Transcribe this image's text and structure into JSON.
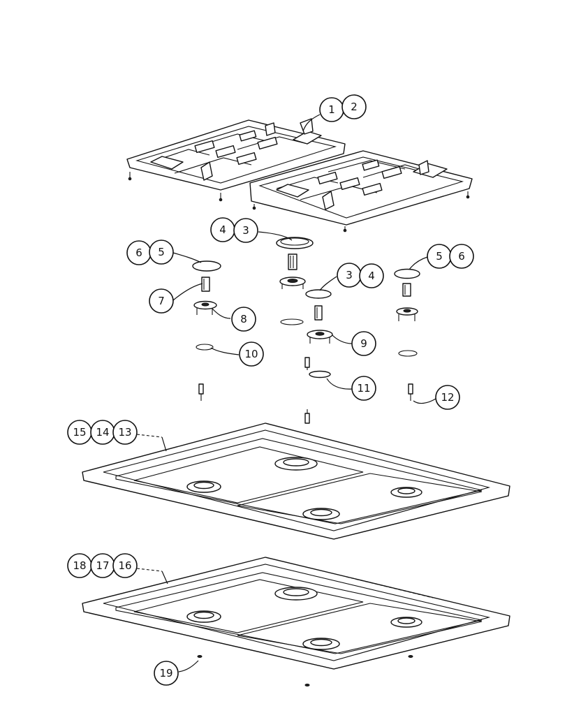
{
  "callouts": {
    "c1": "1",
    "c2": "2",
    "c3a": "3",
    "c4a": "4",
    "c5a": "5",
    "c6a": "6",
    "c7": "7",
    "c8": "8",
    "c3b": "3",
    "c4b": "4",
    "c5b": "5",
    "c6b": "6",
    "c9": "9",
    "c10": "10",
    "c11": "11",
    "c12": "12",
    "c13": "13",
    "c14": "14",
    "c15": "15",
    "c16": "16",
    "c17": "17",
    "c18": "18",
    "c19": "19"
  }
}
